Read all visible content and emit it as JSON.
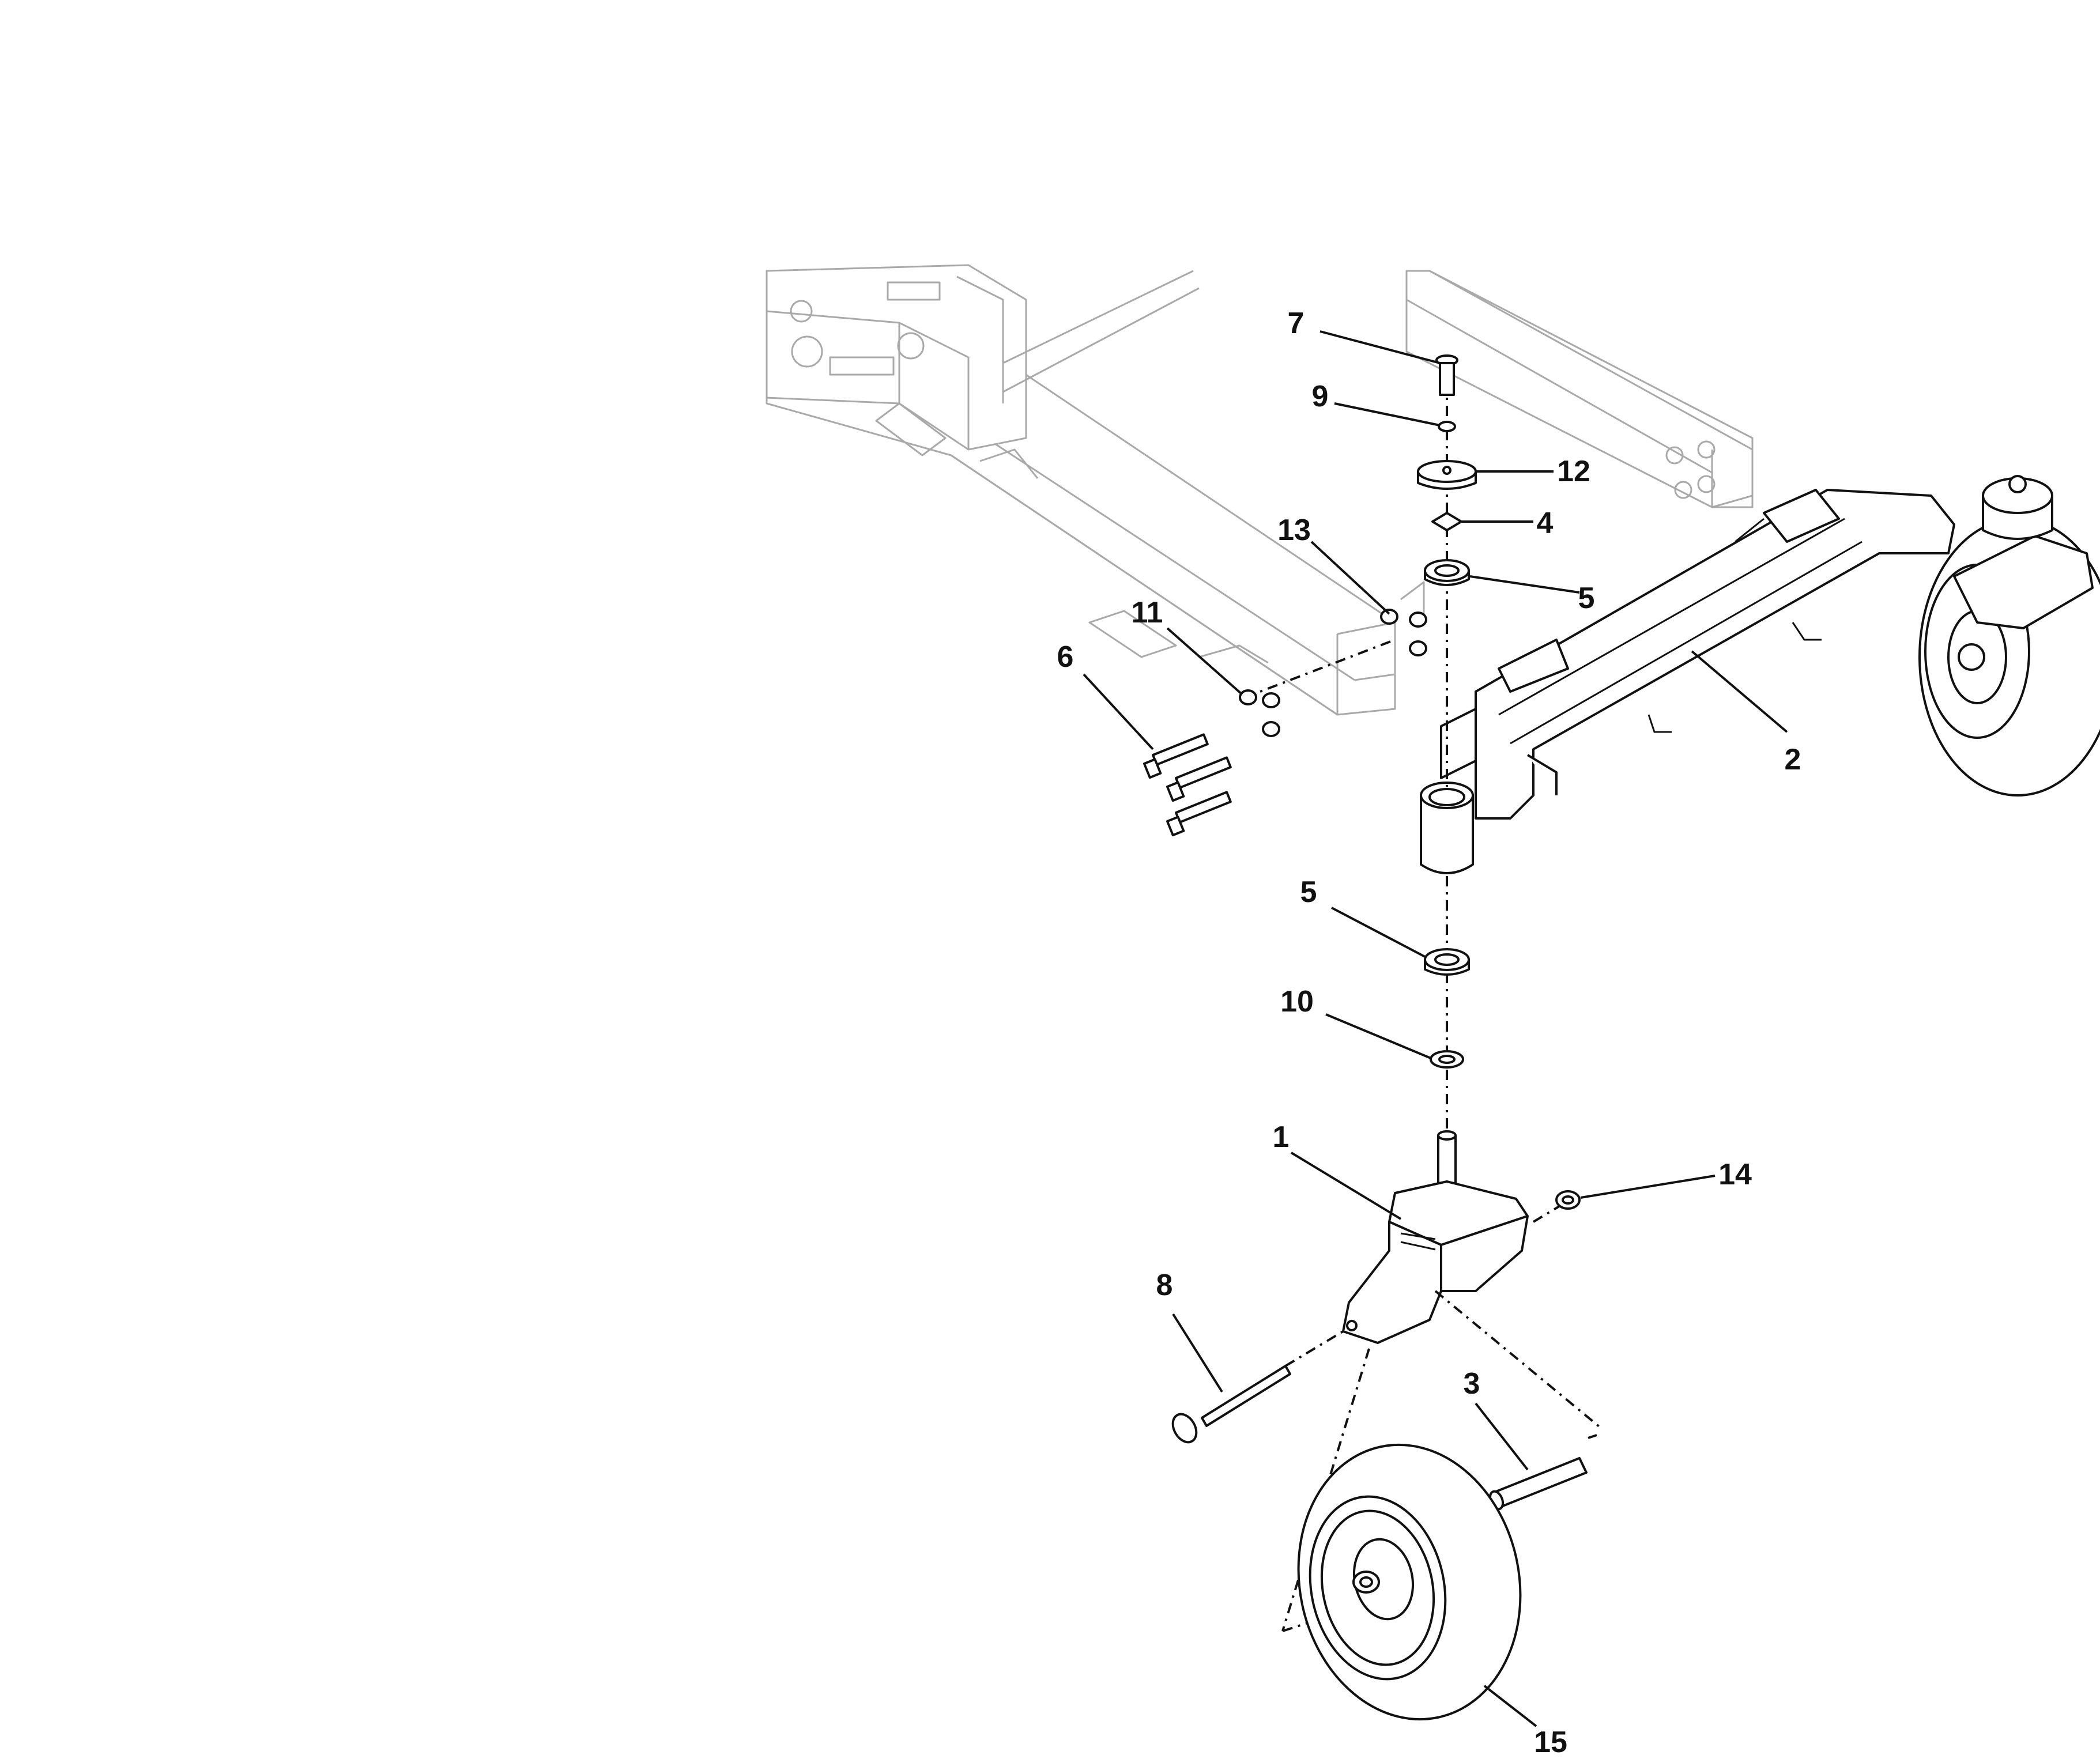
{
  "diagram": {
    "callouts": [
      {
        "id": "c7",
        "label": "7"
      },
      {
        "id": "c9",
        "label": "9"
      },
      {
        "id": "c12",
        "label": "12"
      },
      {
        "id": "c4",
        "label": "4"
      },
      {
        "id": "c13",
        "label": "13"
      },
      {
        "id": "c5a",
        "label": "5"
      },
      {
        "id": "c11",
        "label": "11"
      },
      {
        "id": "c6",
        "label": "6"
      },
      {
        "id": "c2",
        "label": "2"
      },
      {
        "id": "c5b",
        "label": "5"
      },
      {
        "id": "c10",
        "label": "10"
      },
      {
        "id": "c1",
        "label": "1"
      },
      {
        "id": "c14",
        "label": "14"
      },
      {
        "id": "c8",
        "label": "8"
      },
      {
        "id": "c3",
        "label": "3"
      },
      {
        "id": "c15",
        "label": "15"
      }
    ]
  }
}
